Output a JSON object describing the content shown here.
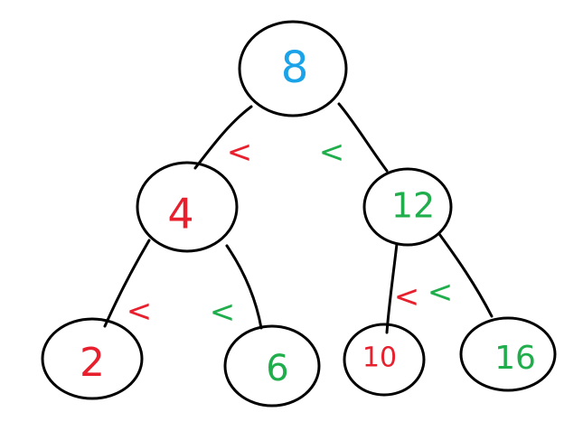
{
  "tree": {
    "nodes": [
      {
        "id": "root",
        "label": "8",
        "color": "#1aa3e8"
      },
      {
        "id": "left",
        "label": "4",
        "color": "#e8202e"
      },
      {
        "id": "right",
        "label": "12",
        "color": "#1fae4b"
      },
      {
        "id": "left-left",
        "label": "2",
        "color": "#e8202e"
      },
      {
        "id": "left-right",
        "label": "6",
        "color": "#1fae4b"
      },
      {
        "id": "right-left",
        "label": "10",
        "color": "#e8202e"
      },
      {
        "id": "right-right",
        "label": "16",
        "color": "#1fae4b"
      }
    ],
    "comparisons": [
      {
        "id": "root-left-mark",
        "symbol": "<",
        "color": "#e8202e"
      },
      {
        "id": "root-right-mark",
        "symbol": "<",
        "color": "#1fae4b"
      },
      {
        "id": "left-left-mark",
        "symbol": "<",
        "color": "#e8202e"
      },
      {
        "id": "left-right-mark",
        "symbol": "<",
        "color": "#1fae4b"
      },
      {
        "id": "right-left-mark",
        "symbol": "<",
        "color": "#e8202e"
      },
      {
        "id": "right-right-mark",
        "symbol": "<",
        "color": "#1fae4b"
      }
    ]
  }
}
